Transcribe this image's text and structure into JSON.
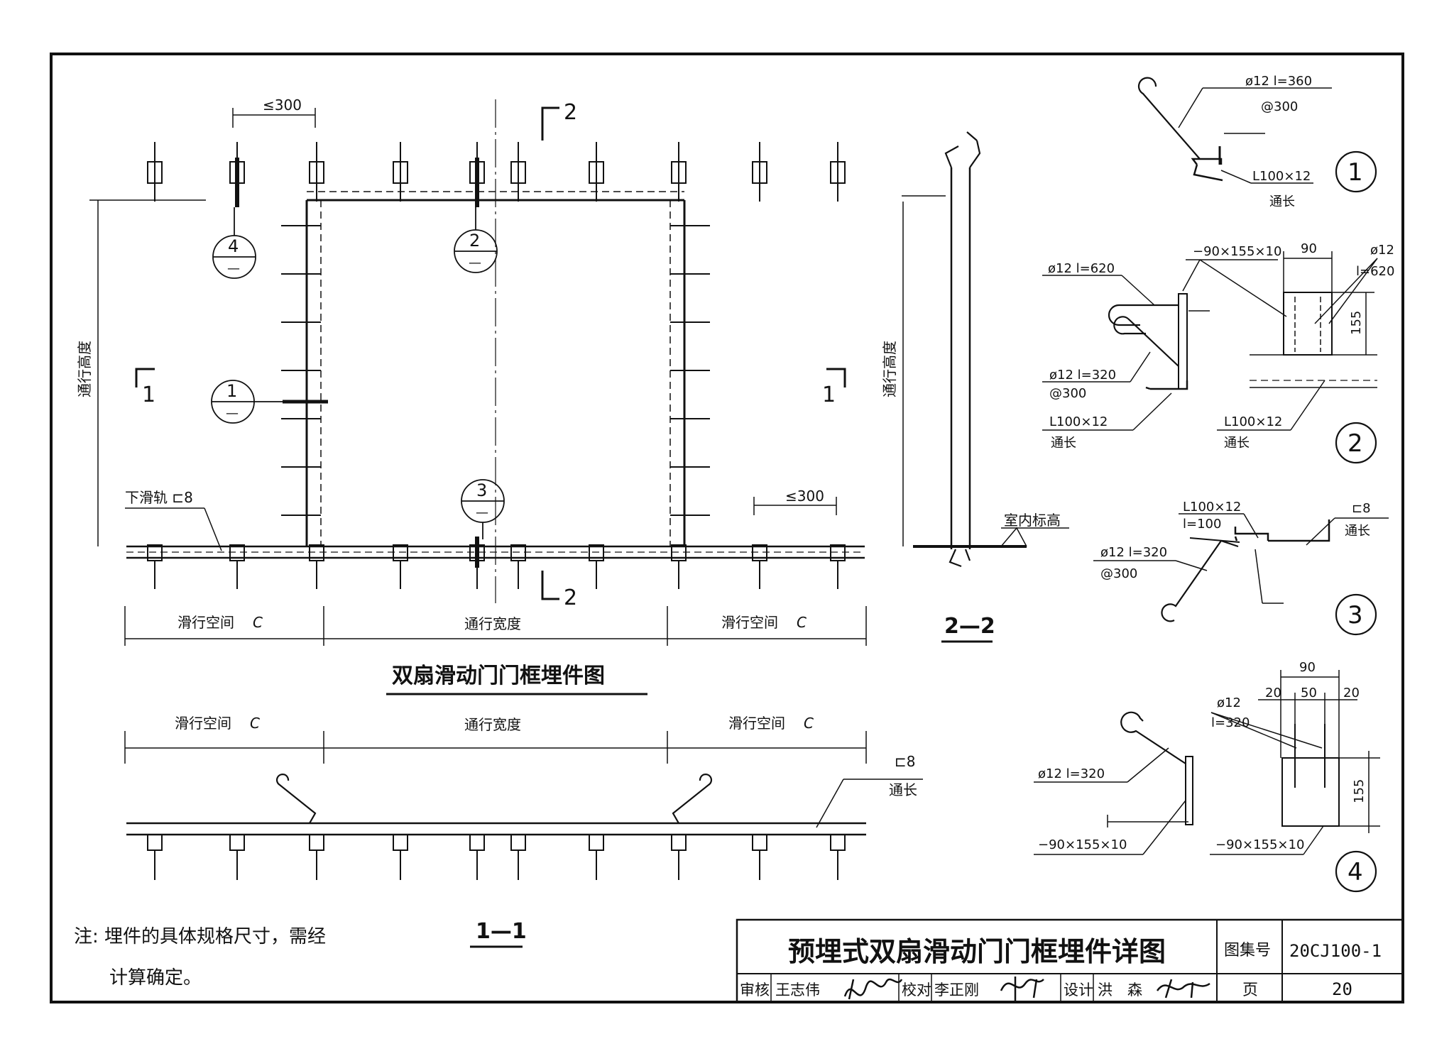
{
  "main_view": {
    "title": "双扇滑动门门框埋件图",
    "dim_spacing": "≤300",
    "section_mark_2": "2",
    "section_mark_1": "1",
    "label_height": "通行高度",
    "label_rail": "下滑轨 ⊏8",
    "label_slide_space": "滑行空间",
    "label_c": "C",
    "label_width": "通行宽度",
    "callouts": [
      {
        "num": "4",
        "sub": "—"
      },
      {
        "num": "2",
        "sub": "—"
      },
      {
        "num": "1",
        "sub": "—"
      },
      {
        "num": "3",
        "sub": "—"
      }
    ]
  },
  "section_2_2": {
    "label_height": "通行高度",
    "label_indoor": "室内标高",
    "title": "2—2"
  },
  "section_1_1": {
    "label_slide_space": "滑行空间",
    "label_c": "C",
    "label_width": "通行宽度",
    "channel": "⊏8",
    "full_length": "通长",
    "title": "1—1"
  },
  "detail_1": {
    "bar": "ø12 l=360",
    "spacing": "@300",
    "angle": "L100×12",
    "full_length": "通长",
    "num": "1"
  },
  "detail_2": {
    "bar_a": "ø12 l=620",
    "plate": "−90×155×10",
    "dim_90": "90",
    "bar_b_1": "ø12",
    "bar_b_2": "l=620",
    "dim_155": "155",
    "bar_c": "ø12 l=320",
    "spacing": "@300",
    "angle_left": "L100×12",
    "full_length_left": "通长",
    "angle_right": "L100×12",
    "full_length_right": "通长",
    "num": "2"
  },
  "detail_3": {
    "angle": "L100×12",
    "angle_len": "l=100",
    "channel": "⊏8",
    "full_length": "通长",
    "bar": "ø12  l=320",
    "spacing": "@300",
    "num": "3"
  },
  "detail_4": {
    "dim_90": "90",
    "dim_20a": "20",
    "dim_50": "50",
    "dim_20b": "20",
    "bar_r1": "ø12",
    "bar_r2": "l=320",
    "bar_left": "ø12  l=320",
    "dim_155": "155",
    "plate_left": "−90×155×10",
    "plate_right": "−90×155×10",
    "num": "4"
  },
  "note": {
    "line1": "注: 埋件的具体规格尺寸，需经",
    "line2": "计算确定。"
  },
  "title_block": {
    "drawing_title": "预埋式双扇滑动门门框埋件详图",
    "atlas_label": "图集号",
    "atlas_no": "20CJ100-1",
    "review_label": "审核",
    "reviewer": "王志伟",
    "check_label": "校对",
    "checker": "李正刚",
    "design_label": "设计",
    "designer": "洪　森",
    "page_label": "页",
    "page_no": "20"
  }
}
